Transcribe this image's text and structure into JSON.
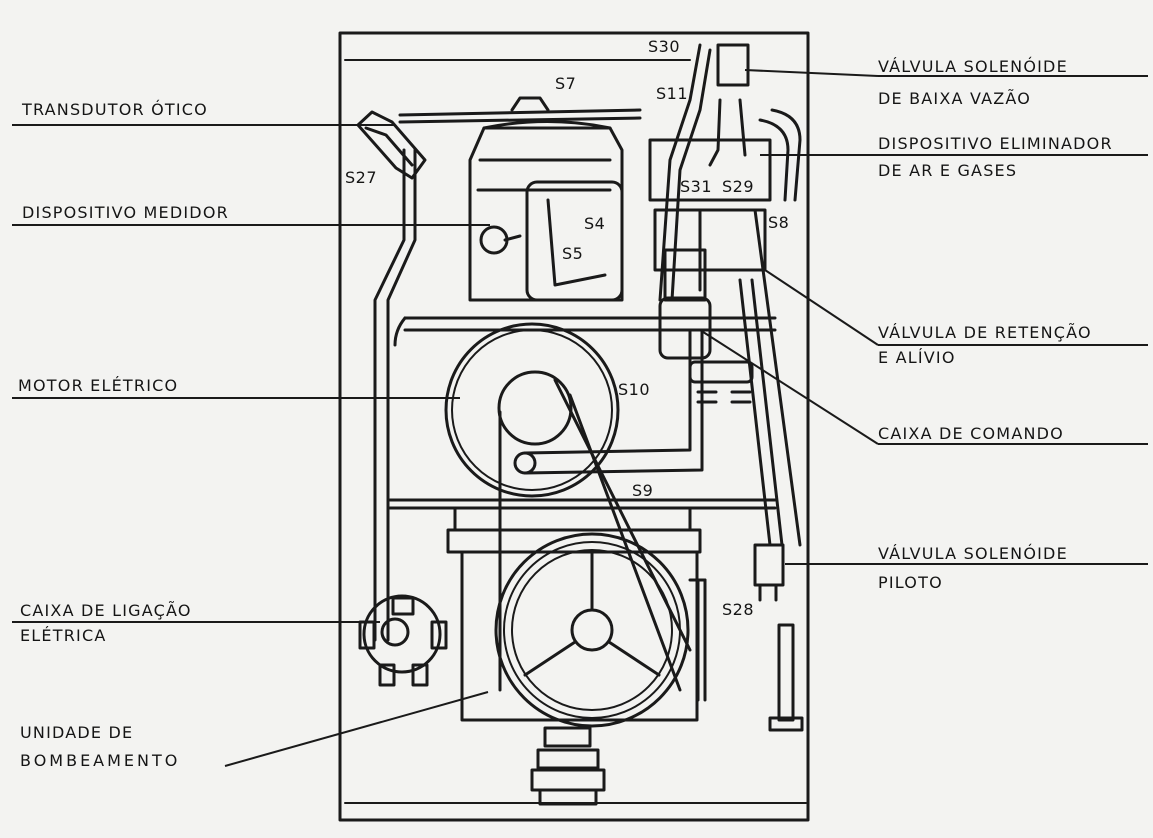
{
  "labels": {
    "transdutor": "TRANSDUTOR ÓTICO",
    "medidor": "DISPOSITIVO MEDIDOR",
    "motor": "MOTOR ELÉTRICO",
    "caixa_ligacao_1": "CAIXA DE LIGAÇÃO",
    "caixa_ligacao_2": "ELÉTRICA",
    "unidade_1": "UNIDADE DE",
    "unidade_2": "BOMBEAMENTO",
    "valv_baixa_1": "VÁLVULA SOLENÓIDE",
    "valv_baixa_2": "DE BAIXA VAZÃO",
    "elim_1": "DISPOSITIVO ELIMINADOR",
    "elim_2": "DE AR E GASES",
    "retencao_1": "VÁLVULA DE RETENÇÃO",
    "retencao_2": "E ALÍVIO",
    "comando": "CAIXA DE COMANDO",
    "piloto_1": "VÁLVULA SOLENÓIDE",
    "piloto_2": "PILOTO"
  },
  "screws": {
    "s30": "S30",
    "s7": "S7",
    "s11": "S11",
    "s27": "S27",
    "s31": "S31",
    "s29": "S29",
    "s8": "S8",
    "s4": "S4",
    "s5": "S5",
    "s10": "S10",
    "s9": "S9",
    "s28": "S28"
  }
}
